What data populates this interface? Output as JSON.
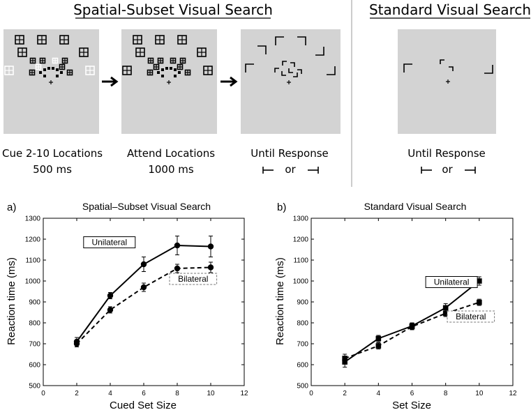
{
  "top": {
    "spatial_title": "Spatial-Subset Visual Search",
    "standard_title": "Standard Visual Search",
    "panels": [
      {
        "caption1": "Cue 2-10 Locations",
        "caption2": "500 ms"
      },
      {
        "caption1": "Attend Locations",
        "caption2": "1000 ms"
      },
      {
        "caption1": "Until Response",
        "caption2": "or"
      },
      {
        "caption1": "Until Response",
        "caption2": "or"
      }
    ],
    "colors": {
      "panel_bg": "#d3d3d3",
      "stim": "#000000",
      "cue": "#ffffff"
    }
  },
  "chart_data": [
    {
      "panel_label": "a)",
      "type": "line",
      "title": "Spatial–Subset Visual Search",
      "xlabel": "Cued Set Size",
      "ylabel": "Reaction time (ms)",
      "xlim": [
        0,
        12
      ],
      "ylim": [
        500,
        1300
      ],
      "xticks": [
        0,
        2,
        4,
        6,
        8,
        10,
        12
      ],
      "yticks": [
        500,
        600,
        700,
        800,
        900,
        1000,
        1100,
        1200,
        1300
      ],
      "x": [
        2,
        4,
        6,
        8,
        10
      ],
      "series": [
        {
          "name": "Unilateral",
          "style": "solid",
          "marker": "circle",
          "values": [
            710,
            930,
            1080,
            1170,
            1165
          ],
          "errors": [
            20,
            15,
            35,
            45,
            50
          ]
        },
        {
          "name": "Bilateral",
          "style": "dashed",
          "marker": "circle",
          "values": [
            700,
            862,
            970,
            1060,
            1065
          ],
          "errors": [
            15,
            15,
            20,
            20,
            25
          ]
        }
      ],
      "legend_boxes": [
        {
          "label": "Unilateral",
          "x": 3.95,
          "y": 1185
        },
        {
          "label": "Bilateral",
          "x": 8.95,
          "y": 1010
        }
      ]
    },
    {
      "panel_label": "b)",
      "type": "line",
      "title": "Standard Visual Search",
      "xlabel": "Set Size",
      "ylabel": "Reaction time (ms)",
      "xlim": [
        0,
        12
      ],
      "ylim": [
        500,
        1300
      ],
      "xticks": [
        0,
        2,
        4,
        6,
        8,
        10,
        12
      ],
      "yticks": [
        500,
        600,
        700,
        800,
        900,
        1000,
        1100,
        1200,
        1300
      ],
      "x": [
        2,
        4,
        6,
        8,
        10
      ],
      "series": [
        {
          "name": "Unilateral",
          "style": "solid",
          "marker": "square",
          "values": [
            613,
            725,
            785,
            872,
            1000
          ],
          "errors": [
            25,
            15,
            15,
            20,
            20
          ]
        },
        {
          "name": "Bilateral",
          "style": "dashed",
          "marker": "square",
          "values": [
            630,
            690,
            782,
            845,
            898
          ],
          "errors": [
            20,
            15,
            15,
            15,
            15
          ]
        }
      ],
      "legend_boxes": [
        {
          "label": "Unilateral",
          "x": 8.35,
          "y": 995
        },
        {
          "label": "Bilateral",
          "x": 9.5,
          "y": 830
        }
      ]
    }
  ]
}
